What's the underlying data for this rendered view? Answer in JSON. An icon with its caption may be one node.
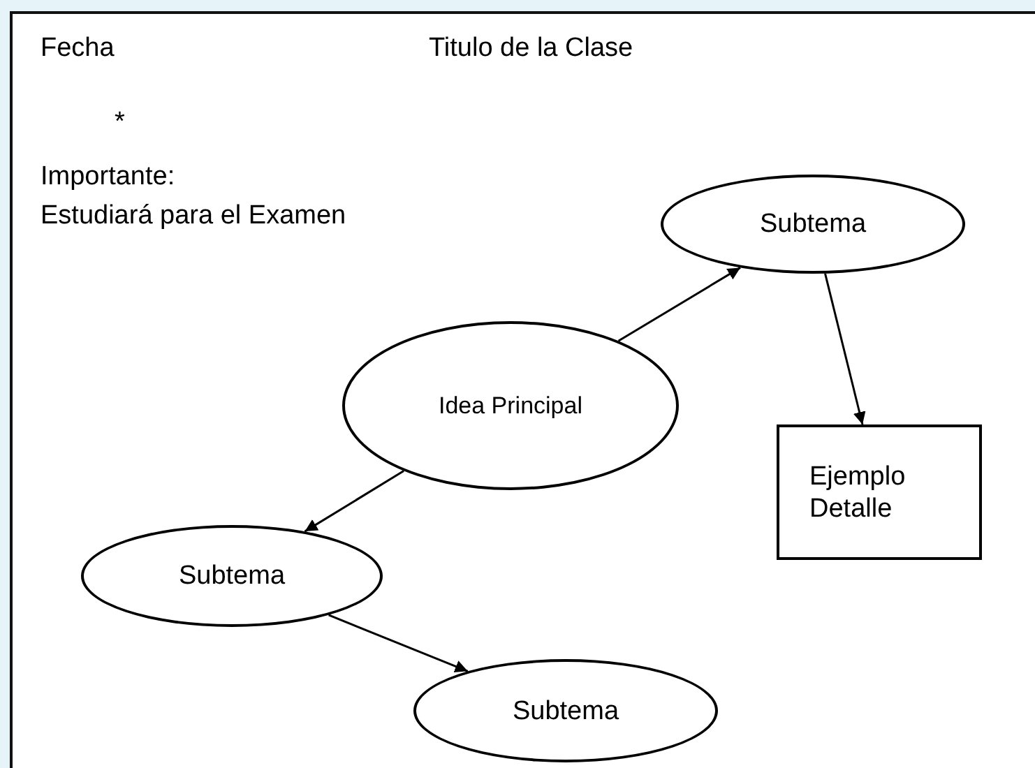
{
  "diagram": {
    "nodes": [
      {
        "text": [
          "Subtema"
        ]
      },
      {
        "text": [
          "Idea Principal"
        ]
      },
      {
        "text": [
          "Ejemplo Detalle"
        ]
      },
      {
        "text": [
          "Subtema"
        ]
      },
      {
        "text": [
          "Subtema"
        ]
      }
    ],
    "edges": [
      {
        "from": 1,
        "to": 0,
        "arrow": "to"
      },
      {
        "from": 0,
        "to": 2,
        "arrow": "to"
      },
      {
        "from": 1,
        "to": 3,
        "arrow": "to"
      },
      {
        "from": 3,
        "to": 4,
        "arrow": "to"
      }
    ],
    "labels": [
      "Fecha",
      "Titulo de la Clase",
      "*",
      "Importante:",
      "Estudiará para el Examen"
    ]
  }
}
